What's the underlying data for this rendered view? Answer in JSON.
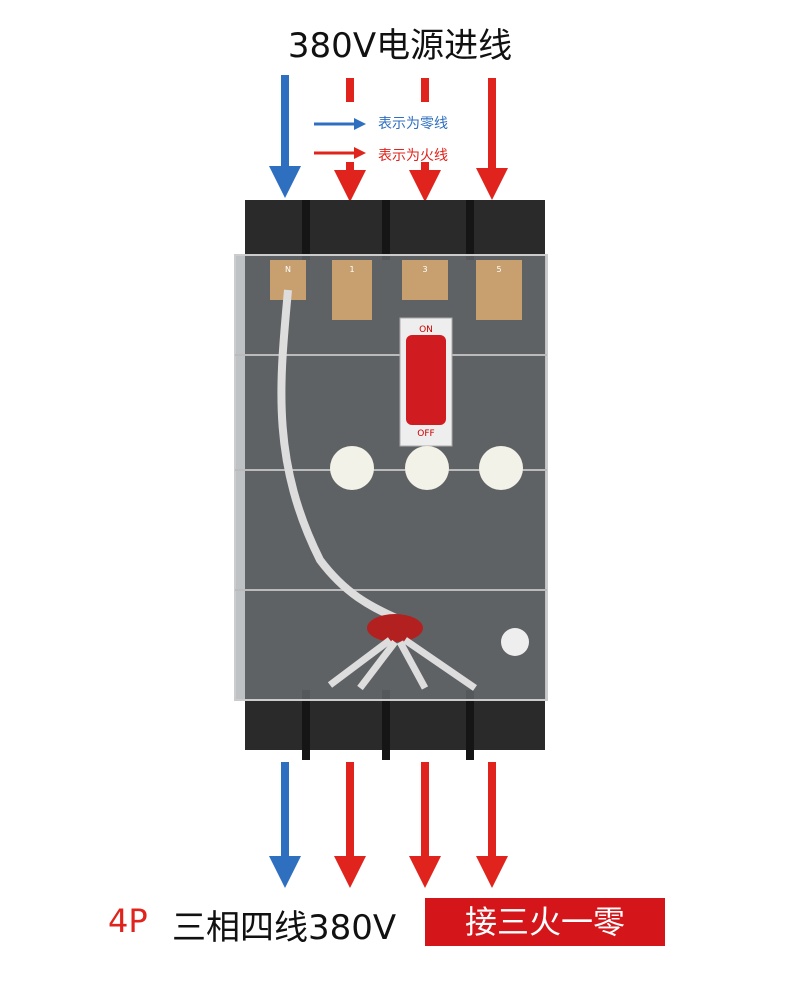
{
  "title": "380V电源进线",
  "legend": {
    "neutral_label": "表示为零线",
    "live_label": "表示为火线",
    "neutral_color": "#2f6fc0",
    "live_color": "#e0231c"
  },
  "breaker": {
    "on_label": "ON",
    "off_label": "OFF",
    "pole_labels": [
      "N",
      "1",
      "3",
      "5"
    ]
  },
  "bottom": {
    "poles": "4P",
    "description": "三相四线380V",
    "highlight": "接三火一零",
    "highlight_color": "#d4161b"
  }
}
